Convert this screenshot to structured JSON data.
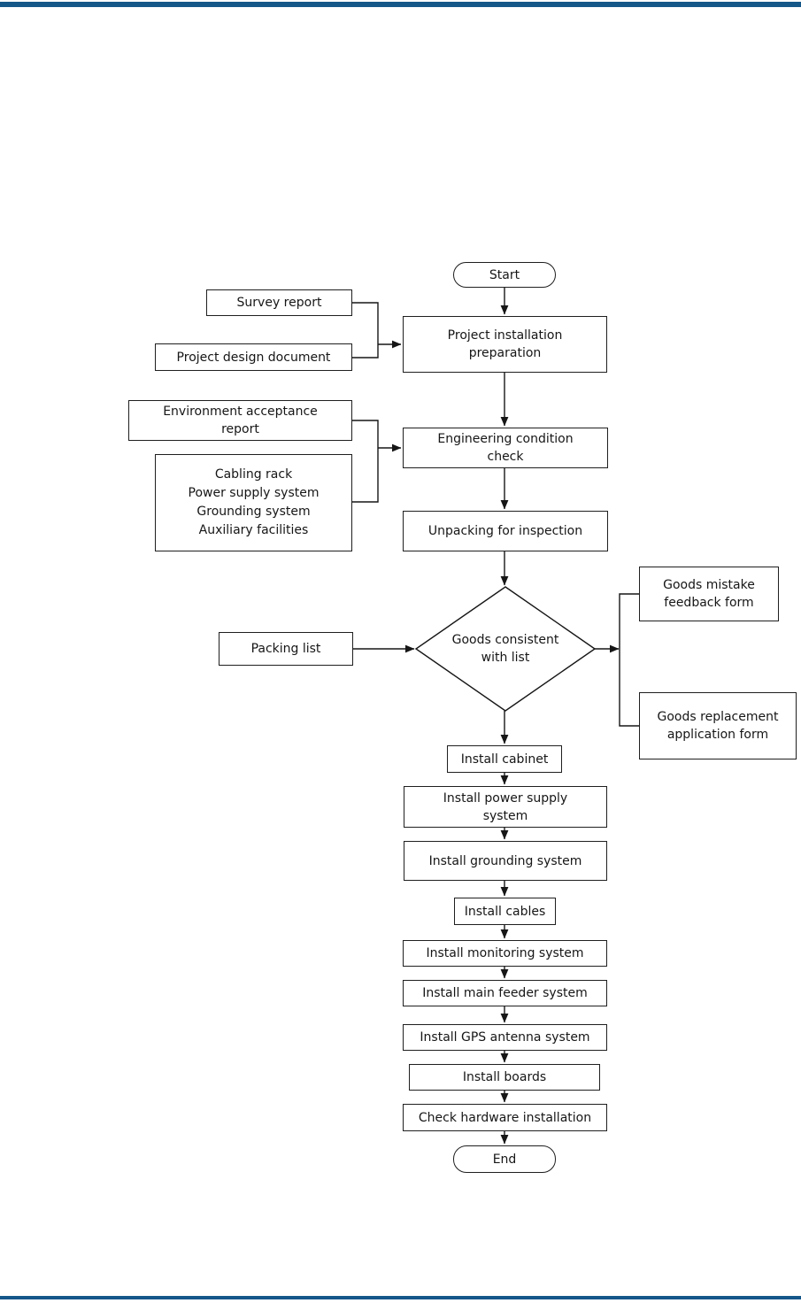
{
  "page": {
    "background": "#ffffff",
    "top_bar_color": "#155789",
    "bottom_rule_color": "#155789",
    "line_color": "#161616"
  },
  "flowchart": {
    "nodes": {
      "start": "Start",
      "survey_report": "Survey report",
      "project_design_document": "Project design document",
      "project_installation_preparation": "Project installation\npreparation",
      "environment_acceptance_report": "Environment acceptance\nreport",
      "site_requirements": "Cabling rack\nPower supply system\nGrounding system\nAuxiliary facilities",
      "engineering_condition_check": "Engineering condition\ncheck",
      "unpacking_for_inspection": "Unpacking for inspection",
      "packing_list": "Packing list",
      "goods_consistent_decision": "Goods consistent\nwith list",
      "goods_mistake_feedback_form": "Goods mistake\nfeedback form",
      "goods_replacement_application_form": "Goods replacement\napplication form",
      "install_cabinet": "Install cabinet",
      "install_power_supply_system": "Install power supply\nsystem",
      "install_grounding_system": "Install grounding system",
      "install_cables": "Install cables",
      "install_monitoring_system": "Install monitoring system",
      "install_main_feeder_system": "Install main feeder system",
      "install_gps_antenna_system": "Install GPS antenna system",
      "install_boards": "Install boards",
      "check_hardware_installation": "Check hardware installation",
      "end": "End"
    },
    "edges": [
      {
        "from": "start",
        "to": "project_installation_preparation"
      },
      {
        "from": "survey_report",
        "to": "project_installation_preparation"
      },
      {
        "from": "project_design_document",
        "to": "project_installation_preparation"
      },
      {
        "from": "project_installation_preparation",
        "to": "engineering_condition_check"
      },
      {
        "from": "environment_acceptance_report",
        "to": "engineering_condition_check"
      },
      {
        "from": "site_requirements",
        "to": "engineering_condition_check"
      },
      {
        "from": "engineering_condition_check",
        "to": "unpacking_for_inspection"
      },
      {
        "from": "unpacking_for_inspection",
        "to": "goods_consistent_decision"
      },
      {
        "from": "packing_list",
        "to": "goods_consistent_decision"
      },
      {
        "from": "goods_consistent_decision",
        "to": "goods_mistake_feedback_form"
      },
      {
        "from": "goods_consistent_decision",
        "to": "goods_replacement_application_form"
      },
      {
        "from": "goods_consistent_decision",
        "to": "install_cabinet"
      },
      {
        "from": "install_cabinet",
        "to": "install_power_supply_system"
      },
      {
        "from": "install_power_supply_system",
        "to": "install_grounding_system"
      },
      {
        "from": "install_grounding_system",
        "to": "install_cables"
      },
      {
        "from": "install_cables",
        "to": "install_monitoring_system"
      },
      {
        "from": "install_monitoring_system",
        "to": "install_main_feeder_system"
      },
      {
        "from": "install_main_feeder_system",
        "to": "install_gps_antenna_system"
      },
      {
        "from": "install_gps_antenna_system",
        "to": "install_boards"
      },
      {
        "from": "install_boards",
        "to": "check_hardware_installation"
      },
      {
        "from": "check_hardware_installation",
        "to": "end"
      }
    ]
  }
}
